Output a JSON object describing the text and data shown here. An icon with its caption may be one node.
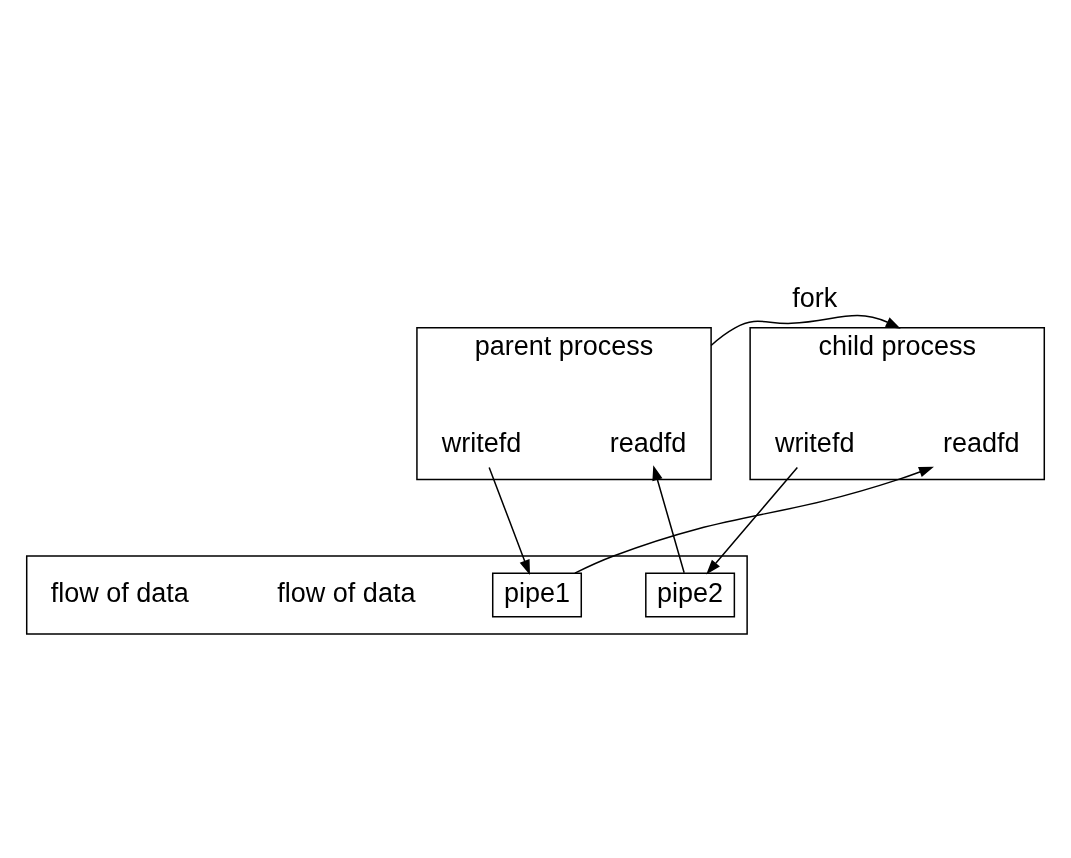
{
  "diagram": {
    "nodes": [
      {
        "text": [
          "parent process"
        ]
      },
      {
        "text": [
          "readfd"
        ],
        "in": 0
      },
      {
        "text": [
          "writefd"
        ],
        "in": 0
      },
      {
        "text": [
          "child process"
        ]
      },
      {
        "text": [
          "readfd"
        ],
        "in": 3
      },
      {
        "text": [
          "writefd"
        ],
        "in": 3
      },
      {
        "text": [],
        "shape": "box"
      },
      {
        "text": [
          "pipe1"
        ],
        "in": 6
      },
      {
        "text": [
          "pipe2"
        ],
        "in": 6
      }
    ],
    "edges": [
      {
        "from": 0,
        "to": 3,
        "arrow": "to",
        "label": "fork"
      },
      {
        "from": 2,
        "to": 7,
        "arrow": "to"
      },
      {
        "from": 7,
        "to": 4,
        "arrow": "to"
      },
      {
        "from": 5,
        "to": 8,
        "arrow": "to"
      },
      {
        "from": 8,
        "to": 1,
        "arrow": "to"
      }
    ],
    "labels": [
      "flow of data",
      "flow of data"
    ]
  }
}
